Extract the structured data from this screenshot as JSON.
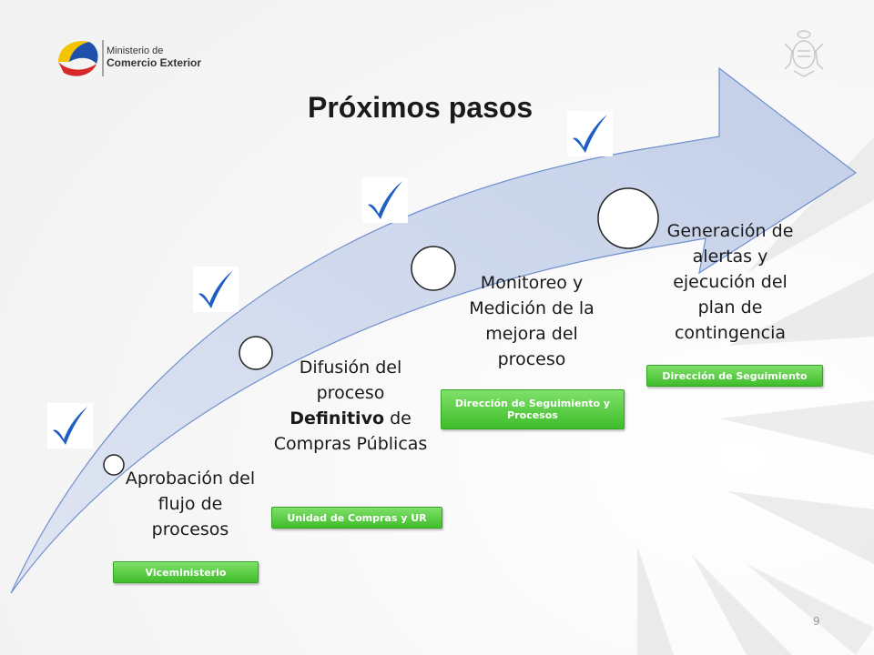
{
  "slide": {
    "title": "Próximos pasos",
    "page_number": "9"
  },
  "logo": {
    "line1": "Ministerio de",
    "line2": "Comercio Exterior"
  },
  "steps": [
    {
      "label": "Aprobación del flujo de procesos",
      "tag": "Viceministerio",
      "checked": true
    },
    {
      "label_pre": "Difusión del proceso",
      "label_bold": "Definitivo",
      "label_post": "de Compras Públicas",
      "tag": "Unidad de Compras y UR",
      "checked": true
    },
    {
      "label": "Monitoreo y Medición de la mejora del proceso",
      "tag": "Dirección de Seguimiento y Procesos",
      "checked": true
    },
    {
      "label": "Generación de alertas y ejecución del plan de contingencia",
      "tag": "Dirección de Seguimiento",
      "checked": true
    }
  ],
  "colors": {
    "arrow_fill": "#c9d4ea",
    "arrow_stroke": "#6f8fcf",
    "check": "#1f5fc4",
    "tag_green": "#4cc43a"
  }
}
